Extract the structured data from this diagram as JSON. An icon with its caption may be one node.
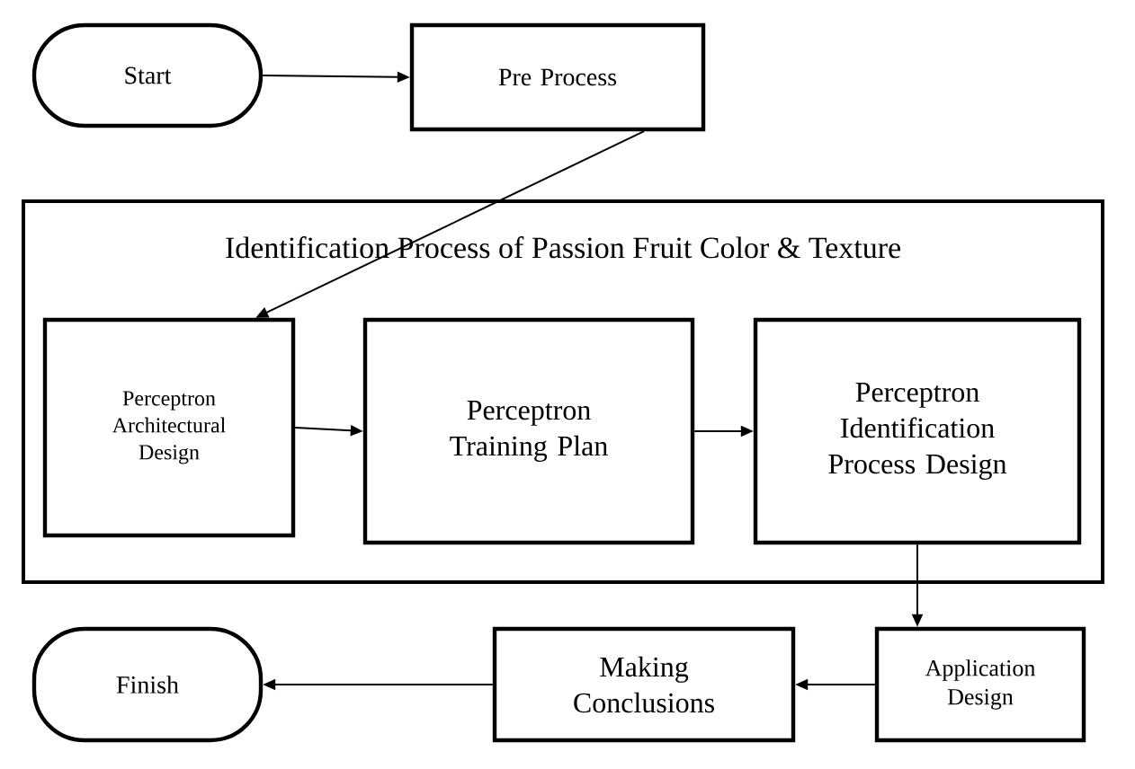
{
  "diagram": {
    "nodes": [
      {
        "text": [
          "Start"
        ]
      },
      {
        "text": [
          "Pre Process"
        ]
      },
      {
        "text": [
          "Identification Process of  Passion Fruit Color & Texture"
        ]
      },
      {
        "text": [
          "Perceptron Architectural Design"
        ],
        "in": 2
      },
      {
        "text": [
          "Perceptron Training Plan"
        ],
        "in": 2
      },
      {
        "text": [
          "Perceptron Identification Process Design"
        ],
        "in": 2
      },
      {
        "text": [
          "Application Design"
        ]
      },
      {
        "text": [
          "Making Conclusions"
        ]
      },
      {
        "text": [
          "Finish"
        ]
      }
    ],
    "edges": [
      {
        "from": 0,
        "to": 1,
        "arrow": "to"
      },
      {
        "from": 1,
        "to": 3,
        "arrow": "to"
      },
      {
        "from": 3,
        "to": 4,
        "arrow": "to"
      },
      {
        "from": 4,
        "to": 5,
        "arrow": "to"
      },
      {
        "from": 5,
        "to": 6,
        "arrow": "to"
      },
      {
        "from": 6,
        "to": 7,
        "arrow": "to"
      },
      {
        "from": 7,
        "to": 8,
        "arrow": "to"
      }
    ]
  }
}
